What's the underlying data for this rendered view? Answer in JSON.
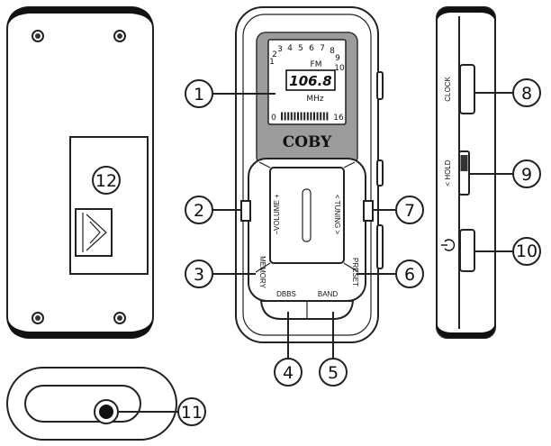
{
  "callouts": [
    "1",
    "2",
    "3",
    "4",
    "5",
    "6",
    "7",
    "8",
    "9",
    "10",
    "11",
    "12"
  ],
  "front": {
    "brand": "COBY",
    "display": {
      "channels": [
        "1",
        "2",
        "3",
        "4",
        "5",
        "6",
        "7",
        "8",
        "9",
        "10"
      ],
      "band": "FM",
      "frequency": "106.8",
      "unit": "MHz",
      "scale_min": "0",
      "scale_max": "16"
    },
    "labels": {
      "volume": "−VOLUME +",
      "tuning": "< TUNING >",
      "memory": "MEMORY",
      "preset": "PRESET",
      "dbbs": "DBBS",
      "band": "BAND"
    }
  },
  "side": {
    "clock": "CLOCK",
    "hold": "< HOLD"
  },
  "icons": {
    "power": "power-icon",
    "screw": "screw-icon",
    "latch": "arrow-right-icon",
    "jack": "headphone-jack-icon"
  },
  "colors": {
    "outline": "#222222",
    "panel": "#9c9c9c",
    "cap": "#111111"
  }
}
